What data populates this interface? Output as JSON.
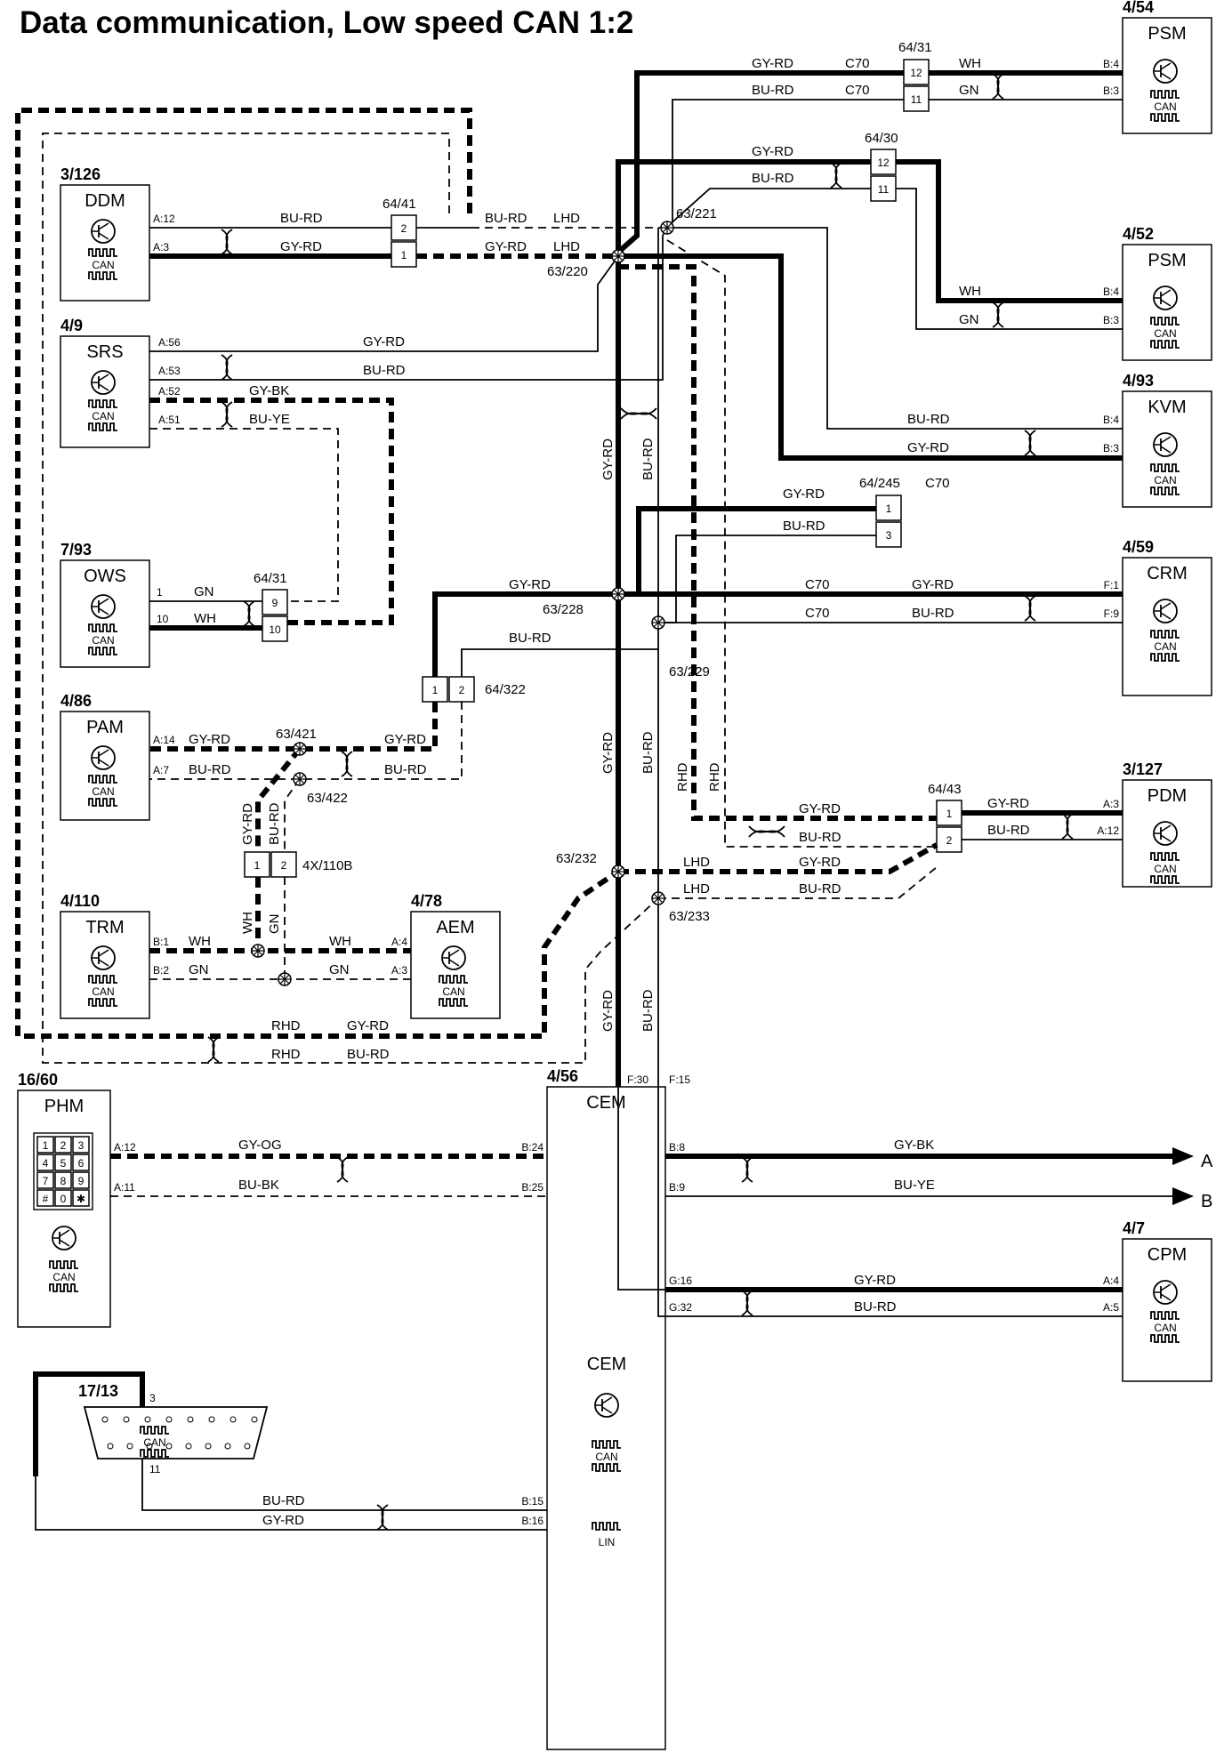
{
  "title": "Data communication, Low speed CAN 1:2",
  "icon_names": [
    "transistor-icon",
    "can-signal-icon",
    "lin-signal-icon",
    "keypad-icon",
    "twist-icon",
    "splice-icon",
    "arrow-right-icon"
  ],
  "labels": {
    "can": "CAN",
    "lin": "LIN",
    "lhd": "LHD",
    "rhd": "RHD",
    "c70": "C70",
    "out_a": "A",
    "out_b": "B"
  },
  "keypad": [
    "1",
    "2",
    "3",
    "4",
    "5",
    "6",
    "7",
    "8",
    "9",
    "#",
    "0",
    "✱"
  ],
  "components": [
    {
      "id": "psm1",
      "ref": "4/54",
      "name": "PSM"
    },
    {
      "id": "psm2",
      "ref": "4/52",
      "name": "PSM"
    },
    {
      "id": "kvm",
      "ref": "4/93",
      "name": "KVM"
    },
    {
      "id": "crm",
      "ref": "4/59",
      "name": "CRM"
    },
    {
      "id": "pdm",
      "ref": "3/127",
      "name": "PDM"
    },
    {
      "id": "cpm",
      "ref": "4/7",
      "name": "CPM"
    },
    {
      "id": "ddm",
      "ref": "3/126",
      "name": "DDM"
    },
    {
      "id": "srs",
      "ref": "4/9",
      "name": "SRS"
    },
    {
      "id": "ows",
      "ref": "7/93",
      "name": "OWS"
    },
    {
      "id": "pam",
      "ref": "4/86",
      "name": "PAM"
    },
    {
      "id": "trm",
      "ref": "4/110",
      "name": "TRM"
    },
    {
      "id": "aem",
      "ref": "4/78",
      "name": "AEM"
    },
    {
      "id": "phm",
      "ref": "16/60",
      "name": "PHM"
    },
    {
      "id": "cem",
      "ref": "4/56",
      "name": "CEM"
    },
    {
      "id": "dlc",
      "ref": "17/13",
      "name": ""
    }
  ],
  "connectors": [
    {
      "id": "c6431a",
      "ref": "64/31",
      "pins": [
        "12",
        "11"
      ]
    },
    {
      "id": "c6430",
      "ref": "64/30",
      "pins": [
        "12",
        "11"
      ]
    },
    {
      "id": "c6441",
      "ref": "64/41",
      "pins": [
        "2",
        "1"
      ]
    },
    {
      "id": "c64245",
      "ref": "64/245",
      "pins": [
        "1",
        "3"
      ]
    },
    {
      "id": "c6431b",
      "ref": "64/31",
      "pins": [
        "9",
        "10"
      ]
    },
    {
      "id": "c64322",
      "ref": "64/322",
      "pins": [
        "1",
        "2"
      ]
    },
    {
      "id": "c6443",
      "ref": "64/43",
      "pins": [
        "1",
        "2"
      ]
    },
    {
      "id": "c4x110b",
      "ref": "4X/110B",
      "pins": [
        "1",
        "2"
      ]
    }
  ],
  "splices": [
    "63/221",
    "63/220",
    "63/228",
    "63/229",
    "63/421",
    "63/422",
    "63/232",
    "63/233"
  ],
  "wires": {
    "gy_rd": "GY-RD",
    "bu_rd": "BU-RD",
    "wh": "WH",
    "gn": "GN",
    "gy_bk": "GY-BK",
    "bu_ye": "BU-YE",
    "gy_og": "GY-OG",
    "bu_bk": "BU-BK"
  },
  "pins": {
    "psm1": [
      "B:4",
      "B:3"
    ],
    "psm2": [
      "B:4",
      "B:3"
    ],
    "kvm": [
      "B:4",
      "B:3"
    ],
    "crm": [
      "F:1",
      "F:9"
    ],
    "pdm": [
      "A:3",
      "A:12"
    ],
    "cpm": [
      "A:4",
      "A:5"
    ],
    "ddm": [
      "A:12",
      "A:3"
    ],
    "srs": [
      "A:56",
      "A:53",
      "A:52",
      "A:51"
    ],
    "ows": [
      "1",
      "10"
    ],
    "pam": [
      "A:14",
      "A:7"
    ],
    "trm": [
      "B:1",
      "B:2"
    ],
    "aem": [
      "A:4",
      "A:3"
    ],
    "phm": [
      "A:12",
      "A:11"
    ],
    "cem_top": [
      "F:30",
      "F:15"
    ],
    "cem_left": [
      "B:24",
      "B:25",
      "B:15",
      "B:16"
    ],
    "cem_right": [
      "B:8",
      "B:9",
      "G:16",
      "G:32"
    ],
    "dlc": [
      "3",
      "11"
    ]
  }
}
